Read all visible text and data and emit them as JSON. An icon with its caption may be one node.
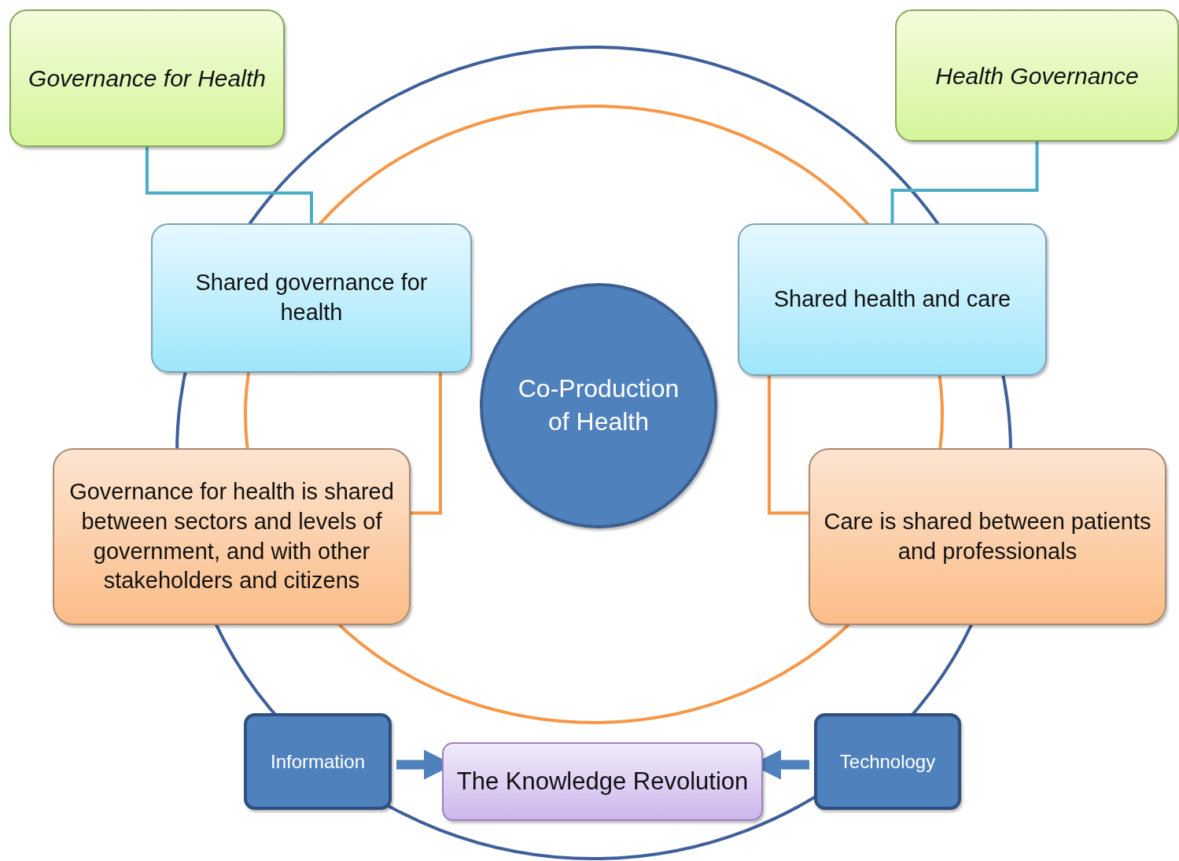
{
  "diagram": {
    "nodes": [
      {
        "text": [
          "Governance for Health"
        ]
      },
      {
        "text": [
          "Health Governance"
        ]
      },
      {
        "text": [
          "Shared governance for health"
        ]
      },
      {
        "text": [
          "Shared health and care"
        ]
      },
      {
        "text": [
          "Co-Production of Health"
        ]
      },
      {
        "text": [
          "Governance for health is shared between sectors and levels of government, and with other stakeholders and citizens"
        ]
      },
      {
        "text": [
          "Care is shared between patients and professionals"
        ]
      },
      {
        "text": [
          "Information"
        ]
      },
      {
        "text": [
          "The Knowledge Revolution"
        ]
      },
      {
        "text": [
          "Technology"
        ]
      }
    ],
    "edges": [
      {
        "from": 0,
        "to": 2,
        "arrow": "none",
        "color": "#4bacc6"
      },
      {
        "from": 1,
        "to": 3,
        "arrow": "none",
        "color": "#4bacc6"
      },
      {
        "from": 2,
        "to": 5,
        "arrow": "none",
        "color": "#f79646"
      },
      {
        "from": 3,
        "to": 6,
        "arrow": "none",
        "color": "#f79646"
      },
      {
        "from": 7,
        "to": 8,
        "arrow": "to",
        "style": "thick",
        "color": "#4f81bd"
      },
      {
        "from": 9,
        "to": 8,
        "arrow": "to",
        "style": "thick",
        "color": "#4f81bd"
      }
    ]
  }
}
